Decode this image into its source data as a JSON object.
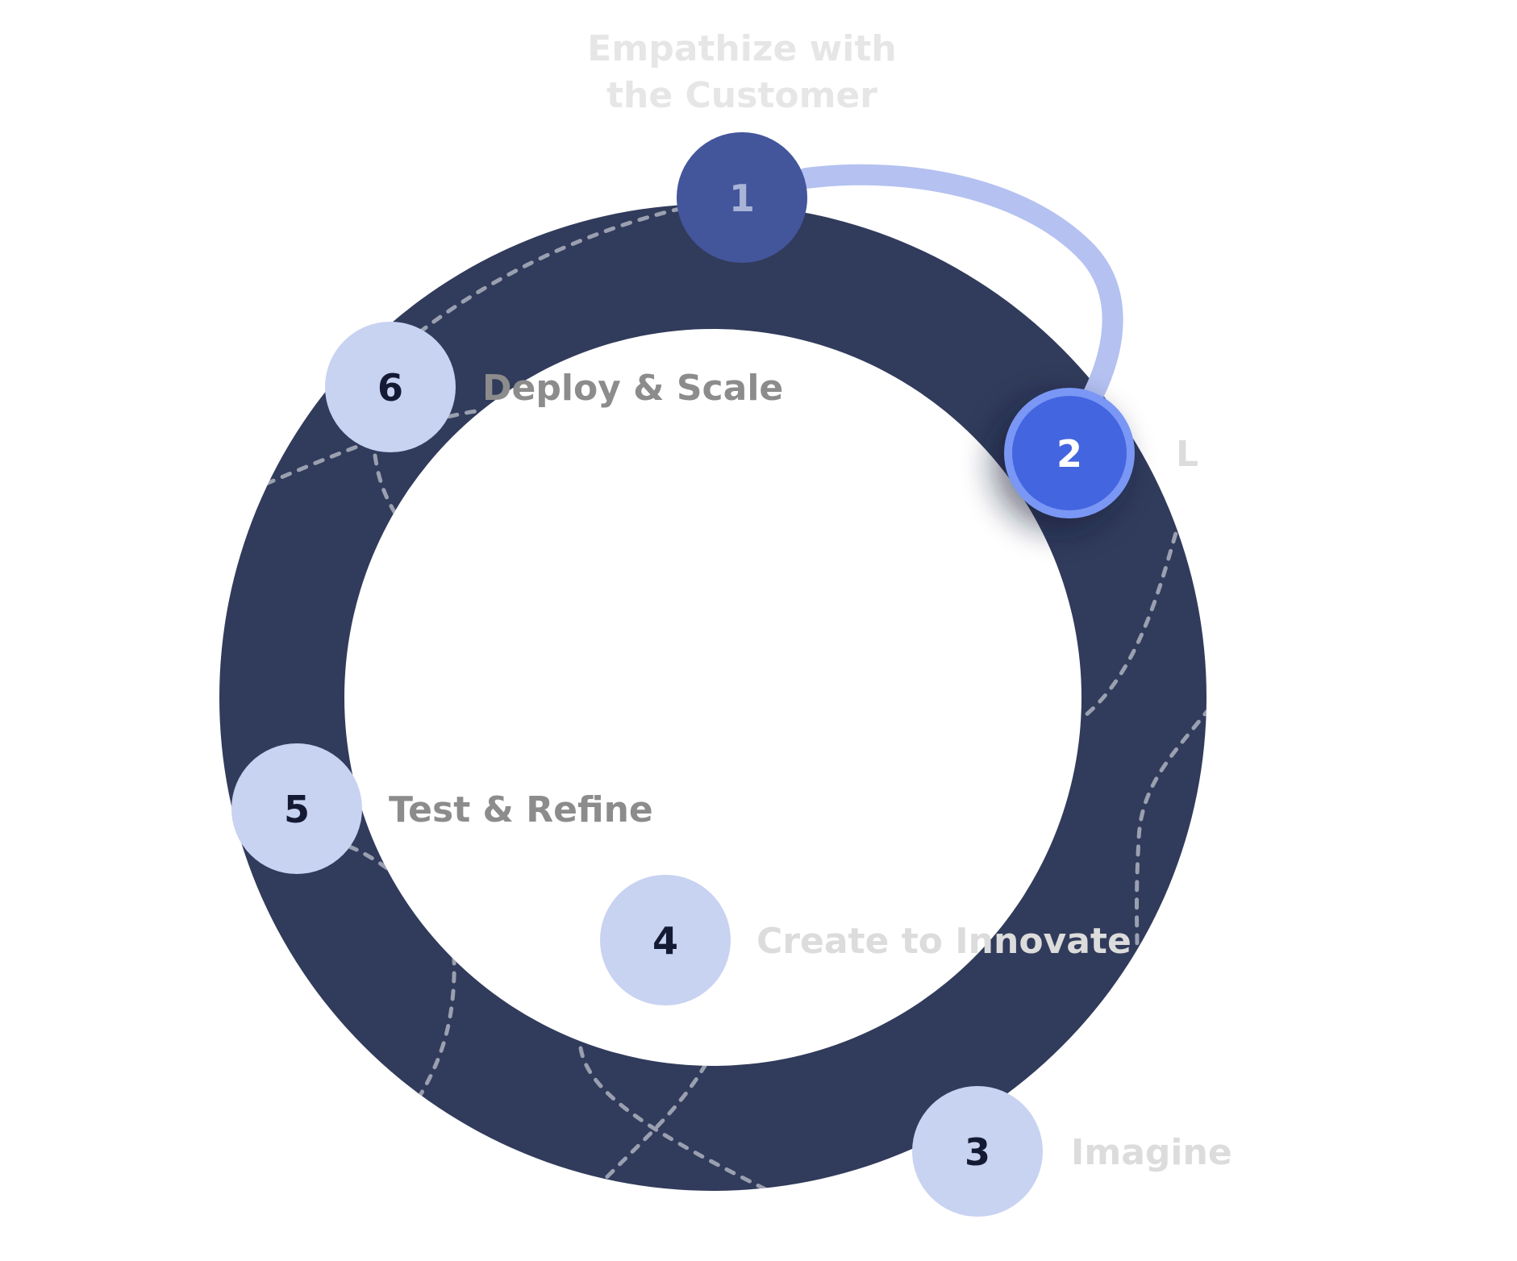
{
  "colors": {
    "ring": "#313b5b",
    "dashed_path": "#9aa0b0",
    "connector": "#b4c1f1",
    "step_inactive_fill": "#c8d2f1",
    "step_inactive_text": "#141a33",
    "step_done_fill": "#43559b",
    "step_done_text": "#aab4d8",
    "step_active_fill": "#4465e0",
    "step_active_ring": "#7a97f5",
    "step_active_text": "#ffffff",
    "label_gray": "#8c8c8c",
    "label_light": "#dcdcdc",
    "label_faint": "#e6e6e6"
  },
  "steps": [
    {
      "number": "1",
      "label_lines": [
        "Empathize with",
        "the Customer"
      ],
      "state": "completed"
    },
    {
      "number": "2",
      "label_lines": [
        "L"
      ],
      "state": "active"
    },
    {
      "number": "3",
      "label_lines": [
        "Imagine"
      ],
      "state": "upcoming"
    },
    {
      "number": "4",
      "label_lines": [
        "Create to Innovate"
      ],
      "state": "upcoming"
    },
    {
      "number": "5",
      "label_lines": [
        "Test & Refine"
      ],
      "state": "upcoming"
    },
    {
      "number": "6",
      "label_lines": [
        "Deploy & Scale"
      ],
      "state": "upcoming"
    }
  ]
}
